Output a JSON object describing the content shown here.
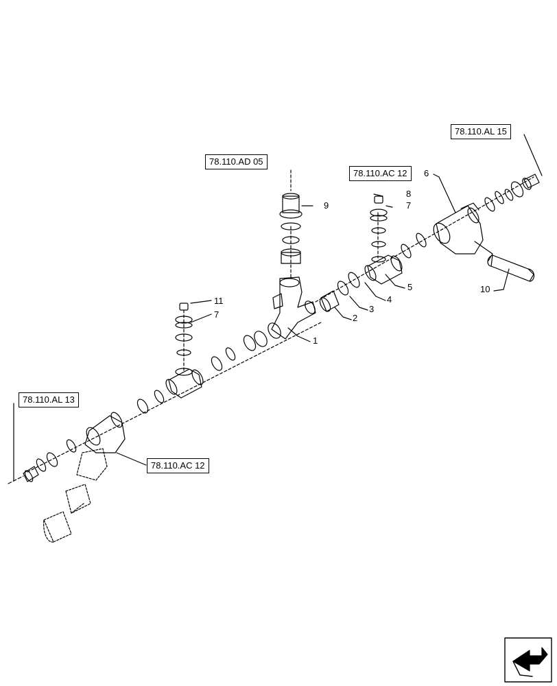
{
  "references": {
    "ref_al15": "78.110.AL 15",
    "ref_ad05": "78.110.AD 05",
    "ref_ac12_top": "78.110.AC 12",
    "ref_al13": "78.110.AL 13",
    "ref_ac12_bottom": "78.110.AC 12"
  },
  "callouts": {
    "c1": "1",
    "c2": "2",
    "c3": "3",
    "c4": "4",
    "c5": "5",
    "c6": "6",
    "c7a": "7",
    "c7b": "7",
    "c8": "8",
    "c9": "9",
    "c10": "10",
    "c11": "11"
  },
  "icons": {
    "nav_arrow": "view-direction-arrow-icon"
  },
  "colors": {
    "line": "#000000",
    "background": "#ffffff"
  }
}
